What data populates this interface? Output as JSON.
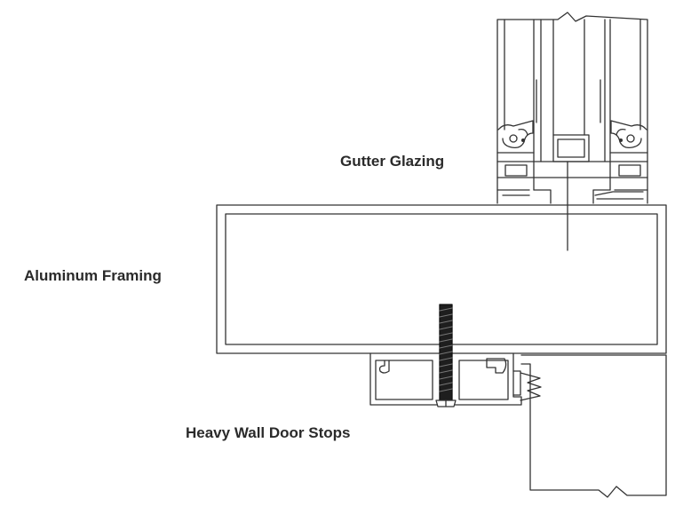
{
  "labels": {
    "gutter_glazing": "Gutter Glazing",
    "aluminum_framing": "Aluminum Framing",
    "heavy_wall_door_stops": "Heavy Wall Door Stops"
  },
  "colors": {
    "line": "#333333",
    "background": "#ffffff",
    "screw": "#1a1a1a"
  }
}
